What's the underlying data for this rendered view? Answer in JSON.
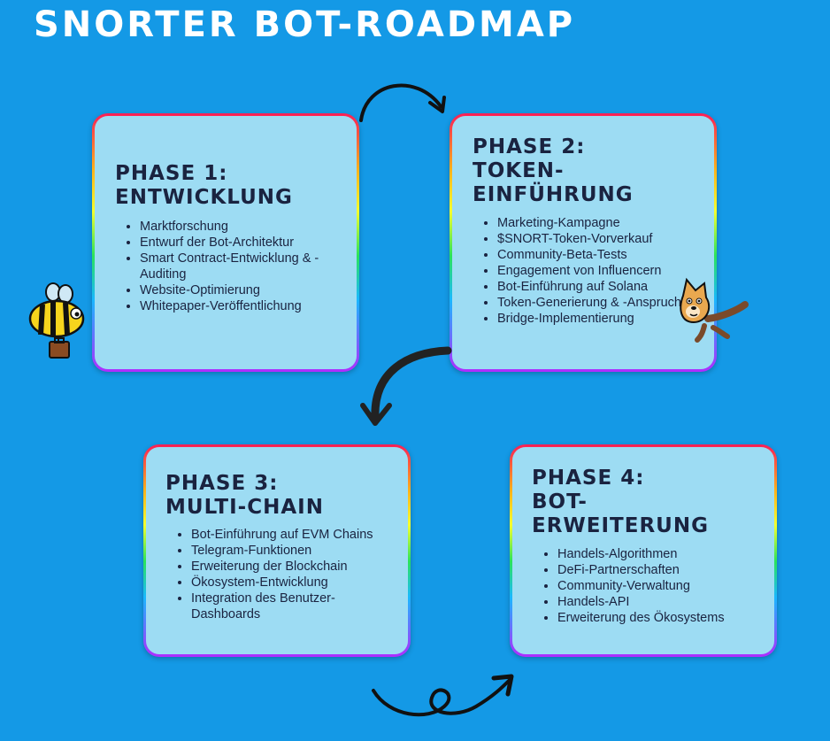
{
  "title": "SNORTER BOT-ROADMAP",
  "colors": {
    "background": "#1499e6",
    "card": "#9ddcf3",
    "text": "#1a2340"
  },
  "phases": [
    {
      "title_lines": [
        "PHASE 1:",
        "ENTWICKLUNG"
      ],
      "items": [
        "Marktforschung",
        "Entwurf der Bot-Architektur",
        "Smart Contract-Entwicklung & -Auditing",
        "Website-Optimierung",
        "Whitepaper-Veröffentlichung"
      ]
    },
    {
      "title_lines": [
        "PHASE 2:",
        "TOKEN-",
        "EINFÜHRUNG"
      ],
      "items": [
        "Marketing-Kampagne",
        "$SNORT-Token-Vorverkauf",
        "Community-Beta-Tests",
        "Engagement von Influencern",
        "Bot-Einführung auf Solana",
        "Token-Generierung & -Anspruch",
        "Bridge-Implementierung"
      ]
    },
    {
      "title_lines": [
        "PHASE 3:",
        "MULTI-CHAIN"
      ],
      "items": [
        "Bot-Einführung auf EVM Chains",
        "Telegram-Funktionen",
        "Erweiterung der Blockchain",
        "Ökosystem-Entwicklung",
        "Integration des Benutzer-Dashboards"
      ]
    },
    {
      "title_lines": [
        "PHASE 4:",
        "BOT-",
        "ERWEITERUNG"
      ],
      "items": [
        "Handels-Algorithmen",
        "DeFi-Partnerschaften",
        "Community-Verwaltung",
        "Handels-API",
        "Erweiterung des Ökosystems"
      ]
    }
  ],
  "icons": [
    "bee-with-briefcase-icon",
    "dog-mascot-icon",
    "curved-arrow-icon",
    "loop-arrow-icon"
  ]
}
